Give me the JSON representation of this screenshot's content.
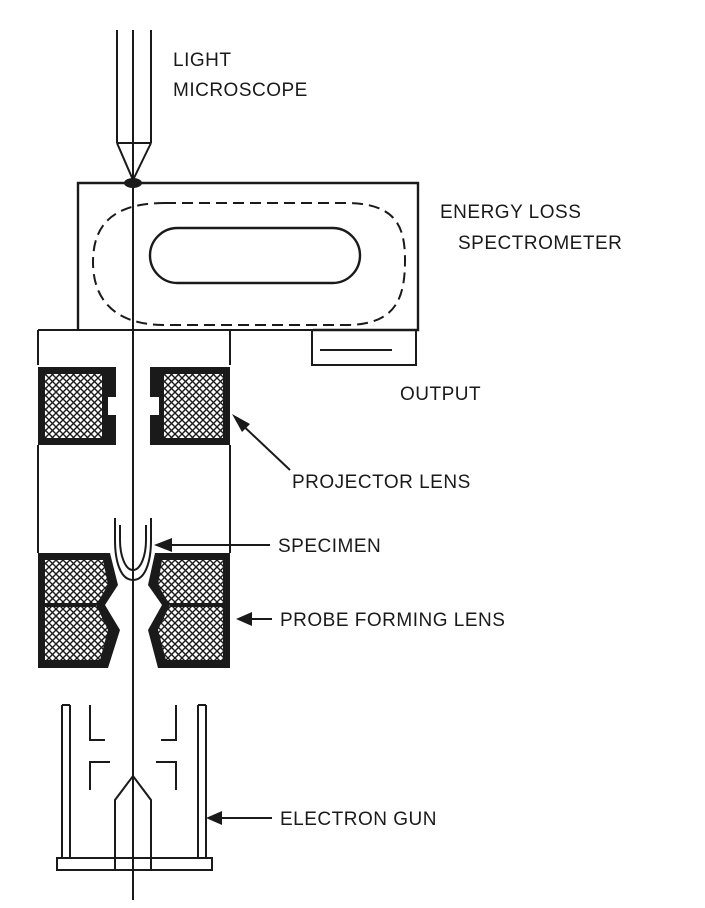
{
  "labels": {
    "light_microscope_line1": "LIGHT",
    "light_microscope_line2": "MICROSCOPE",
    "energy_loss_line1": "ENERGY LOSS",
    "energy_loss_line2": "SPECTROMETER",
    "output": "OUTPUT",
    "projector_lens": "PROJECTOR LENS",
    "specimen": "SPECIMEN",
    "probe_forming_lens": "PROBE FORMING LENS",
    "electron_gun": "ELECTRON GUN"
  },
  "colors": {
    "ink": "#1a1a1a",
    "paper": "#ffffff"
  }
}
